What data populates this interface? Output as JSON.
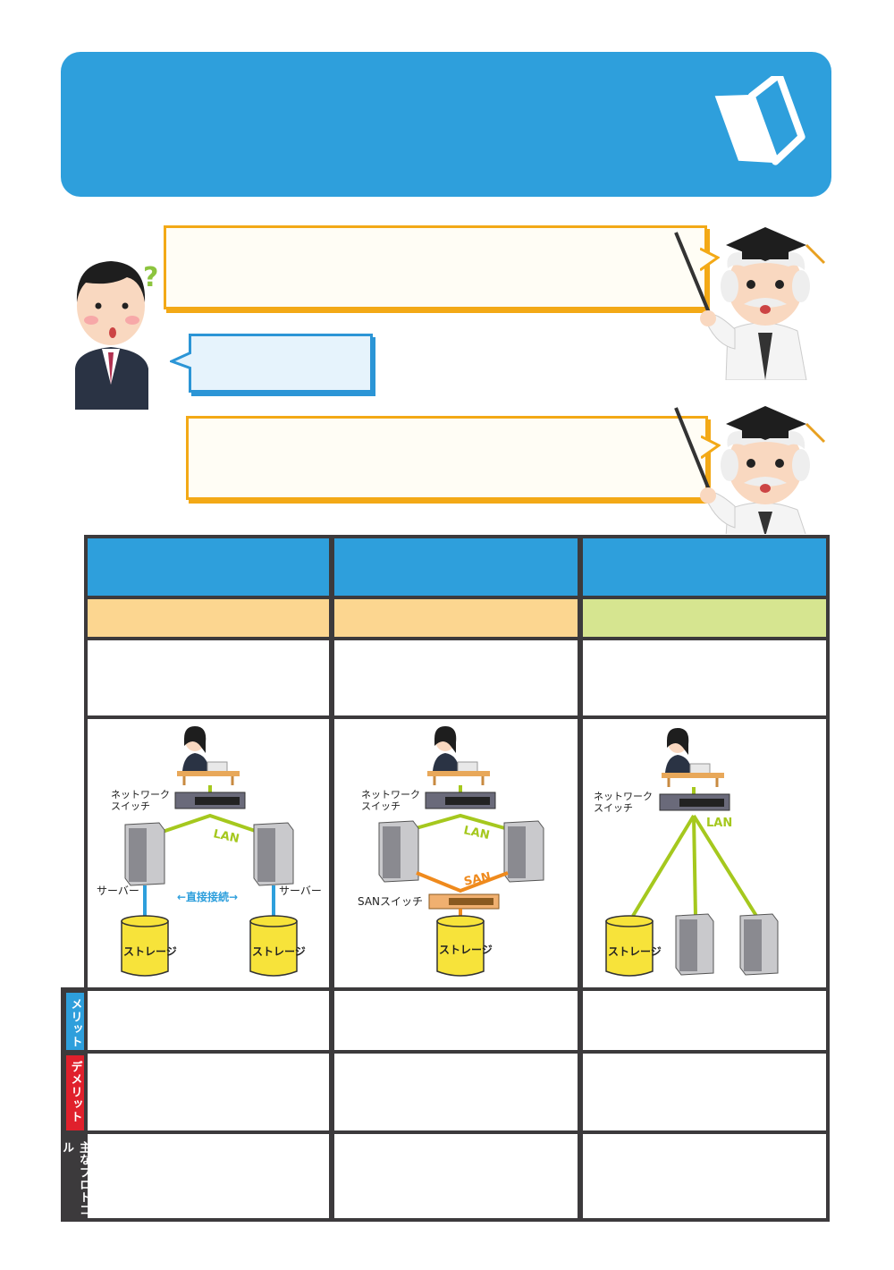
{
  "diagrams": {
    "col1": {
      "switch_label_1": "ネットワーク",
      "switch_label_2": "スイッチ",
      "lan_label": "LAN",
      "server_left_label": "サーバー",
      "server_right_label": "サーバー",
      "direct_label": "←直接接続→",
      "storage_left_label": "ストレージ",
      "storage_right_label": "ストレージ"
    },
    "col2": {
      "switch_label_1": "ネットワーク",
      "switch_label_2": "スイッチ",
      "lan_label": "LAN",
      "san_label": "SAN",
      "san_switch_label": "SANスイッチ",
      "storage_label": "ストレージ"
    },
    "col3": {
      "switch_label_1": "ネットワーク",
      "switch_label_2": "スイッチ",
      "lan_label": "LAN",
      "storage_label": "ストレージ"
    }
  },
  "side_labels": {
    "merit": "メリット",
    "demerit": "デメリット",
    "protocol": "主なプロトコル"
  },
  "colors": {
    "banner": "#2e9fdc",
    "lan_line": "#a5c81e",
    "san_line": "#ef8a1d",
    "direct_line": "#2e9fdc",
    "storage_fill": "#f7e33a",
    "merit_tag": "#2e9fdc",
    "demerit_tag": "#e0202c"
  },
  "icons": [
    "beginner-mark-icon",
    "businessman-icon",
    "professor-icon",
    "question-mark-icon",
    "pointer-stick-icon",
    "laptop-user-icon",
    "network-switch-icon",
    "server-icon",
    "storage-icon",
    "san-switch-icon"
  ]
}
